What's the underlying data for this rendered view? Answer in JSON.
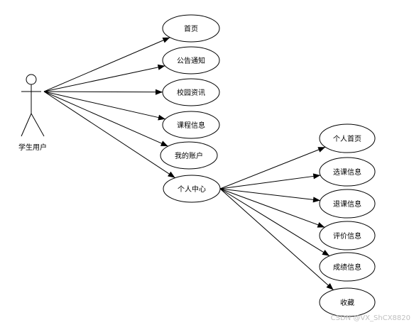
{
  "actor": {
    "label": "学生用户"
  },
  "use_cases": [
    {
      "id": "home",
      "label": "首页"
    },
    {
      "id": "notice",
      "label": "公告通知"
    },
    {
      "id": "news",
      "label": "校园资讯"
    },
    {
      "id": "course",
      "label": "课程信息"
    },
    {
      "id": "account",
      "label": "我的账户"
    },
    {
      "id": "center",
      "label": "个人中心"
    }
  ],
  "sub_use_cases": [
    {
      "id": "profile",
      "label": "个人首页"
    },
    {
      "id": "select",
      "label": "选课信息"
    },
    {
      "id": "drop",
      "label": "退课信息"
    },
    {
      "id": "evaluate",
      "label": "评价信息"
    },
    {
      "id": "grades",
      "label": "成绩信息"
    },
    {
      "id": "favorites",
      "label": "收藏"
    }
  ],
  "watermark": "CSDN @VX_ShCX8820"
}
